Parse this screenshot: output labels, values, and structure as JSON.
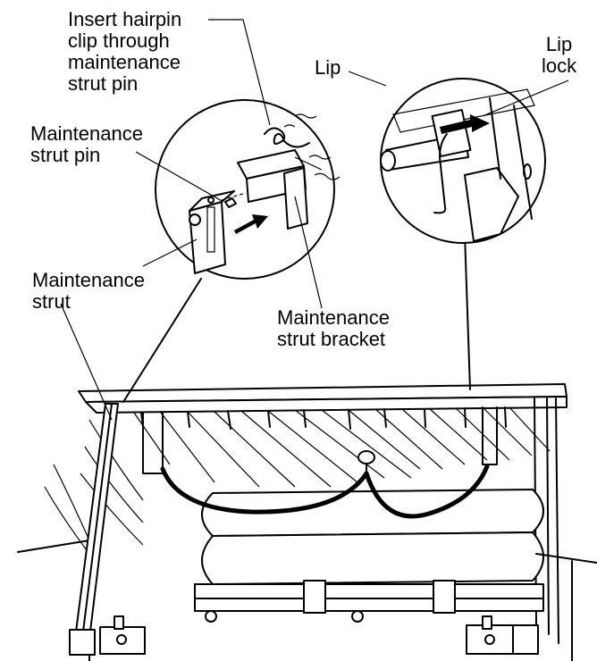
{
  "labels": {
    "hairpin": "Insert hairpin\nclip through\nmaintenance\nstrut pin",
    "strut_pin": "Maintenance\nstrut pin",
    "strut": "Maintenance\nstrut",
    "strut_bracket": "Maintenance\nstrut bracket",
    "lip": "Lip",
    "lip_lock": "Lip\nlock"
  }
}
